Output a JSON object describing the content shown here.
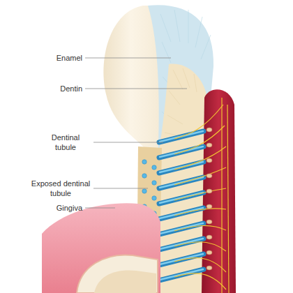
{
  "diagram": {
    "labels": [
      "Enamel",
      "Dentin",
      "Dentinal tubule",
      "Exposed dentinal tubule",
      "Gingiva"
    ]
  }
}
